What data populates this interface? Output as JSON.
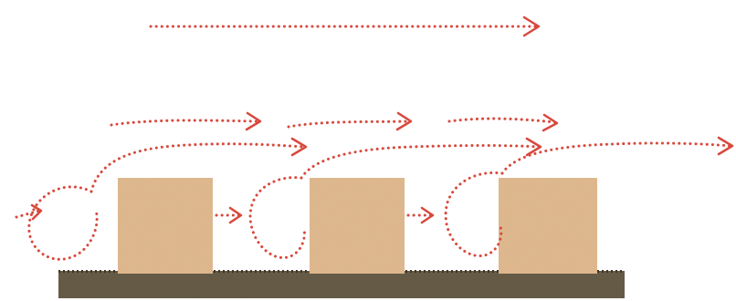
{
  "diagram": {
    "colors": {
      "flow_line": "#d8493d",
      "block_fill": "#e0b98f",
      "block_shade": "#d3a77a",
      "ground_fill": "#665b46",
      "ground_edge": "#3f3528"
    },
    "blocks": [
      {
        "id": "block-1"
      },
      {
        "id": "block-2"
      },
      {
        "id": "block-3"
      }
    ],
    "flows": [
      {
        "id": "top-flow",
        "kind": "arrow"
      },
      {
        "id": "upper-flow-1",
        "kind": "arrow"
      },
      {
        "id": "upper-flow-2",
        "kind": "arrow"
      },
      {
        "id": "upper-flow-3",
        "kind": "arrow"
      },
      {
        "id": "lift-flow-1",
        "kind": "arrow"
      },
      {
        "id": "lift-flow-2",
        "kind": "arrow"
      },
      {
        "id": "lift-flow-3",
        "kind": "arrow"
      },
      {
        "id": "vortex-left",
        "kind": "vortex"
      },
      {
        "id": "vortex-gap-1",
        "kind": "vortex"
      },
      {
        "id": "vortex-gap-2",
        "kind": "vortex"
      }
    ]
  }
}
